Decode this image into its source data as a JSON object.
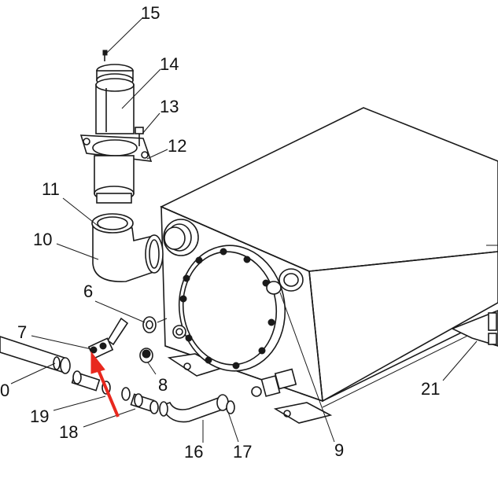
{
  "callouts": [
    {
      "id": "c15",
      "label": "15"
    },
    {
      "id": "c14",
      "label": "14"
    },
    {
      "id": "c13",
      "label": "13"
    },
    {
      "id": "c12",
      "label": "12"
    },
    {
      "id": "c11",
      "label": "11"
    },
    {
      "id": "c10",
      "label": "10"
    },
    {
      "id": "c6",
      "label": "6"
    },
    {
      "id": "c7",
      "label": "7"
    },
    {
      "id": "c0",
      "label": "0"
    },
    {
      "id": "c8",
      "label": "8"
    },
    {
      "id": "c19",
      "label": "19"
    },
    {
      "id": "c18",
      "label": "18"
    },
    {
      "id": "c16",
      "label": "16"
    },
    {
      "id": "c17",
      "label": "17"
    },
    {
      "id": "c9",
      "label": "9"
    },
    {
      "id": "c21",
      "label": "21"
    }
  ],
  "colors": {
    "line": "#1a1a1a",
    "background": "#ffffff",
    "highlight_arrow": "#e8281e"
  }
}
